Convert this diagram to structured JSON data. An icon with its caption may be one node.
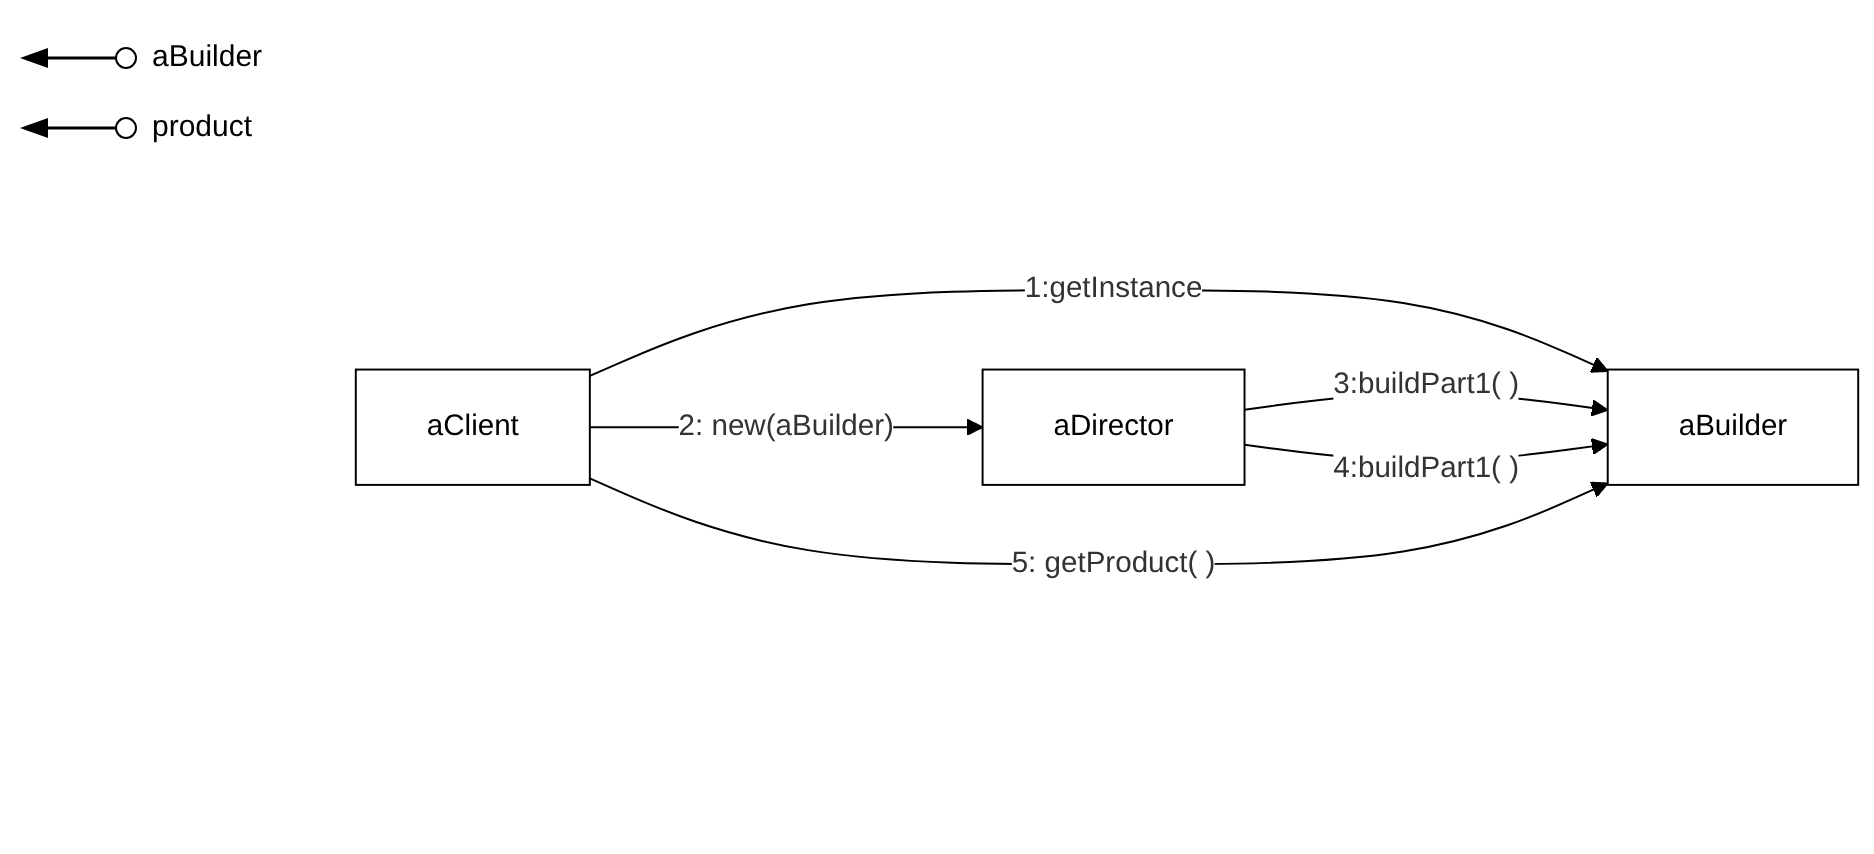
{
  "diagram": {
    "nodes": [
      {
        "text": [
          "aClient"
        ]
      },
      {
        "text": [
          "aBuilder"
        ]
      },
      {
        "text": [
          "aDirector"
        ]
      }
    ],
    "edges": [
      {
        "from": 0,
        "to": 1,
        "arrow": "to",
        "label": "1:getInstance"
      },
      {
        "from": 0,
        "to": 2,
        "arrow": "to",
        "label": "2:  new(aBuilder)"
      },
      {
        "from": 2,
        "to": 1,
        "arrow": "to",
        "label": "3:buildPart1( )"
      },
      {
        "from": 2,
        "to": 1,
        "arrow": "to",
        "label": "4:buildPart1( )"
      },
      {
        "from": 0,
        "to": 1,
        "arrow": "to",
        "label": "5:  getProduct( )"
      }
    ],
    "labels": [
      "aBuilder",
      "product"
    ]
  }
}
